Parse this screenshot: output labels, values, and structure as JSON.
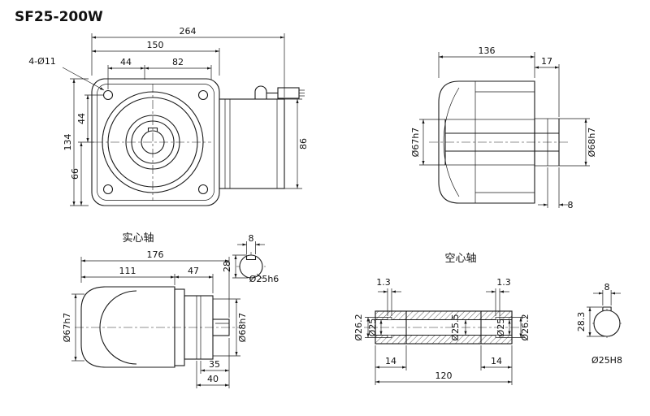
{
  "title": "SF25-200W",
  "colors": {
    "title": "#cc1111",
    "line": "#1a1a1a"
  },
  "front_view": {
    "dim_overall_length": "264",
    "dim_flange_width": "150",
    "label_bolt_holes": "4-Ø11",
    "dim_hole_offset_x1": "44",
    "dim_hole_offset_x2": "82",
    "dim_body_height": "134",
    "dim_center_to_top": "44",
    "dim_center_to_bottom": "66",
    "dim_motor_height": "86"
  },
  "side_view": {
    "dim_body_length": "136",
    "dim_hub_length": "17",
    "dia_pilot": "Ø67h7",
    "dia_hub": "Ø68h7",
    "dim_step": "8"
  },
  "solid_shaft_view": {
    "label": "实心轴",
    "dim_overall_length": "176",
    "dim_body_length": "111",
    "dim_flange_length": "47",
    "dia_pilot": "Ø67h7",
    "dia_hub": "Ø68h7",
    "dim_shaft_length": "35",
    "dim_shaft_total": "40",
    "detail": {
      "dim_key_width": "8",
      "dim_key_height": "28",
      "dia_shaft": "Ø25h6"
    }
  },
  "hollow_shaft_view": {
    "label": "空心轴",
    "dim_groove_width_left": "1.3",
    "dim_groove_width_right": "1.3",
    "dia_groove_left": "Ø26.2",
    "dia_bore_left": "Ø25",
    "dia_bore_middle": "Ø25.5",
    "dia_bore_right": "Ø25",
    "dia_groove_right": "Ø26.2",
    "dim_end_left": "14",
    "dim_end_right": "14",
    "dim_total_length": "120",
    "detail": {
      "dim_key_width": "8",
      "dim_key_height": "28.3",
      "dia_bore": "Ø25H8"
    }
  }
}
